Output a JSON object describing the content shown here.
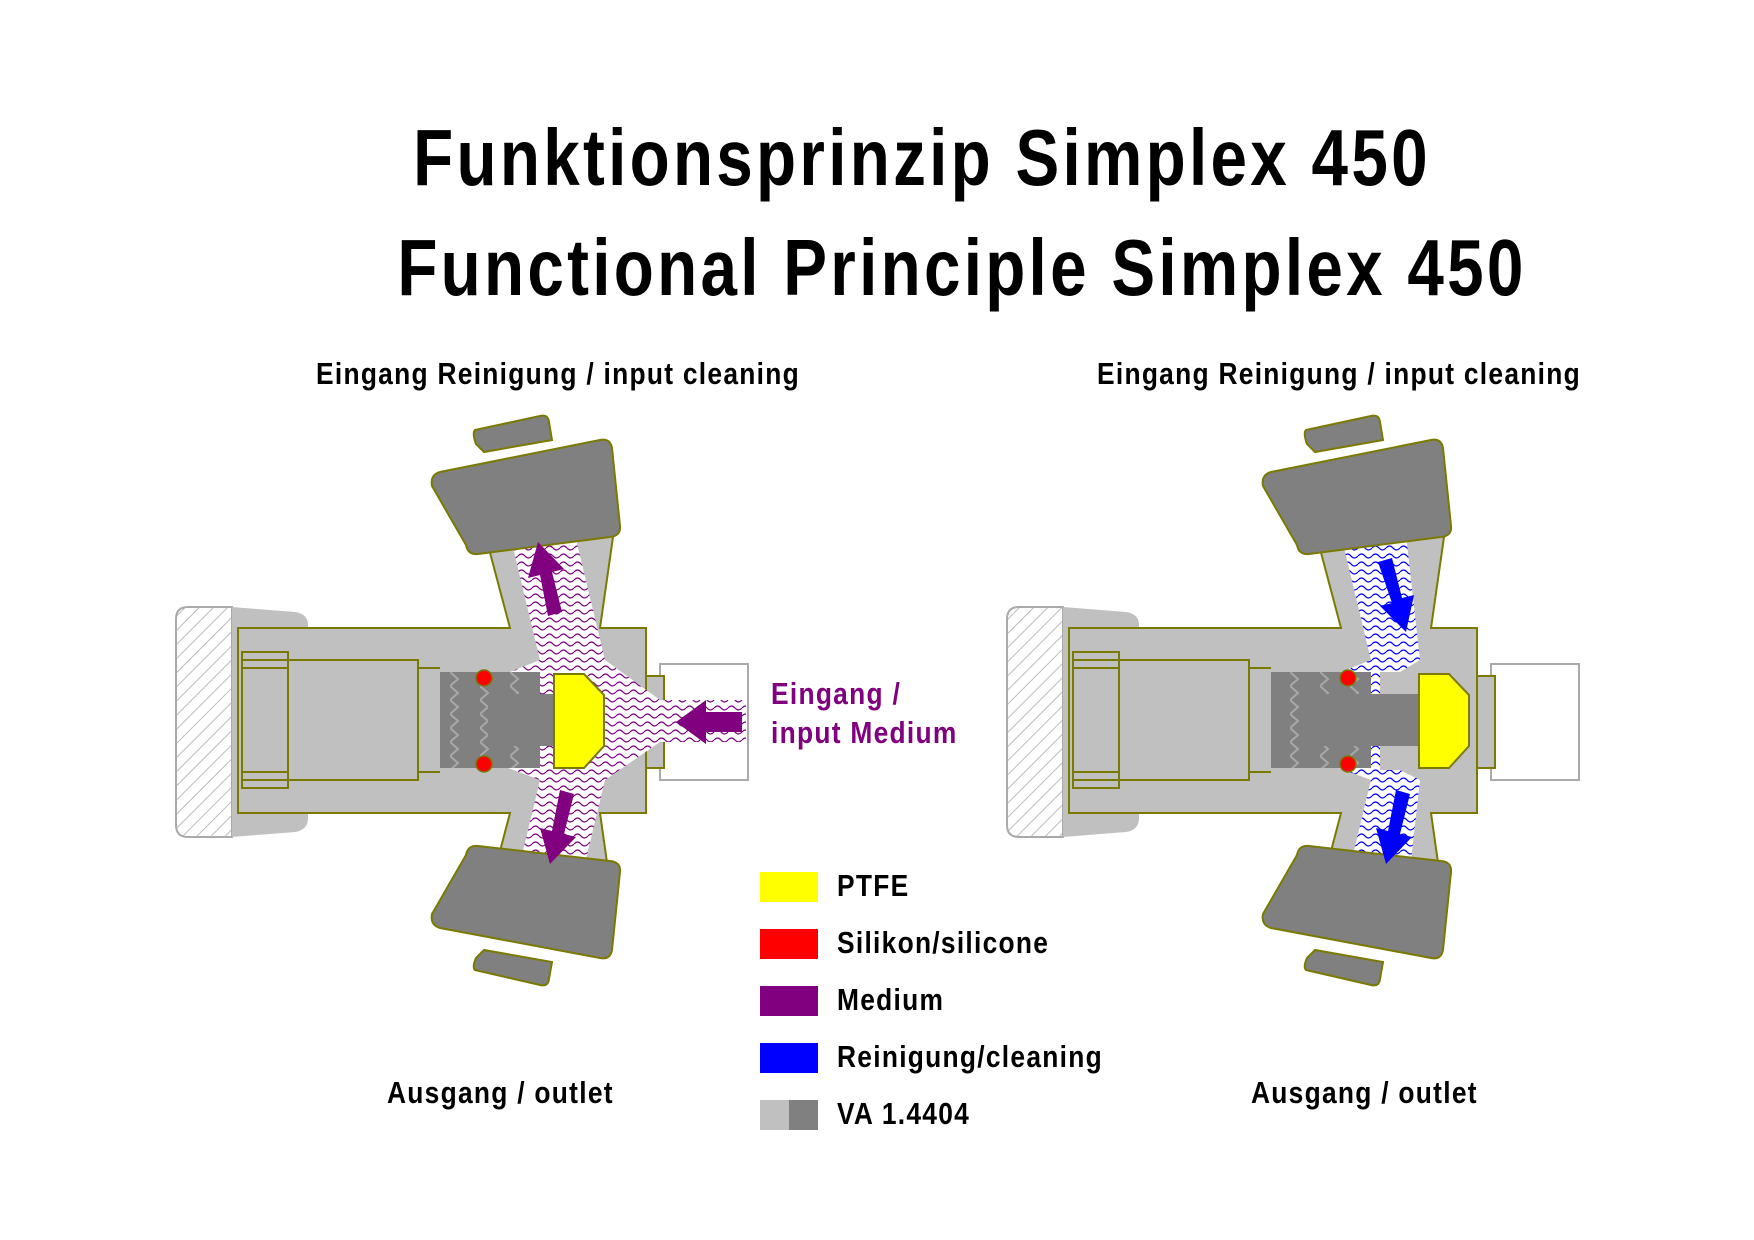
{
  "title": {
    "de": "Funktionsprinzip Simplex 450",
    "en": "Functional Principle Simplex 450"
  },
  "left_view": {
    "inlet_label": "Eingang Reinigung / input cleaning",
    "outlet_label": "Ausgang / outlet",
    "medium_label_line1": "Eingang /",
    "medium_label_line2": "input Medium",
    "flow_color": "#800080"
  },
  "right_view": {
    "inlet_label": "Eingang Reinigung / input cleaning",
    "outlet_label": "Ausgang / outlet",
    "flow_color": "#0000ff"
  },
  "legend": [
    {
      "label": "PTFE",
      "color": "#ffff00"
    },
    {
      "label": "Silikon/silicone",
      "color": "#ff0000"
    },
    {
      "label": "Medium",
      "color": "#800080"
    },
    {
      "label": "Reinigung/cleaning",
      "color": "#0000ff"
    },
    {
      "label": "VA 1.4404",
      "color_light": "#c0c0c0",
      "color_dark": "#808080"
    }
  ],
  "colors": {
    "steel_light": "#c0c0c0",
    "steel_dark": "#808080",
    "outline": "#7a7a00",
    "ptfe": "#ffff00",
    "silicone": "#ff0000"
  }
}
